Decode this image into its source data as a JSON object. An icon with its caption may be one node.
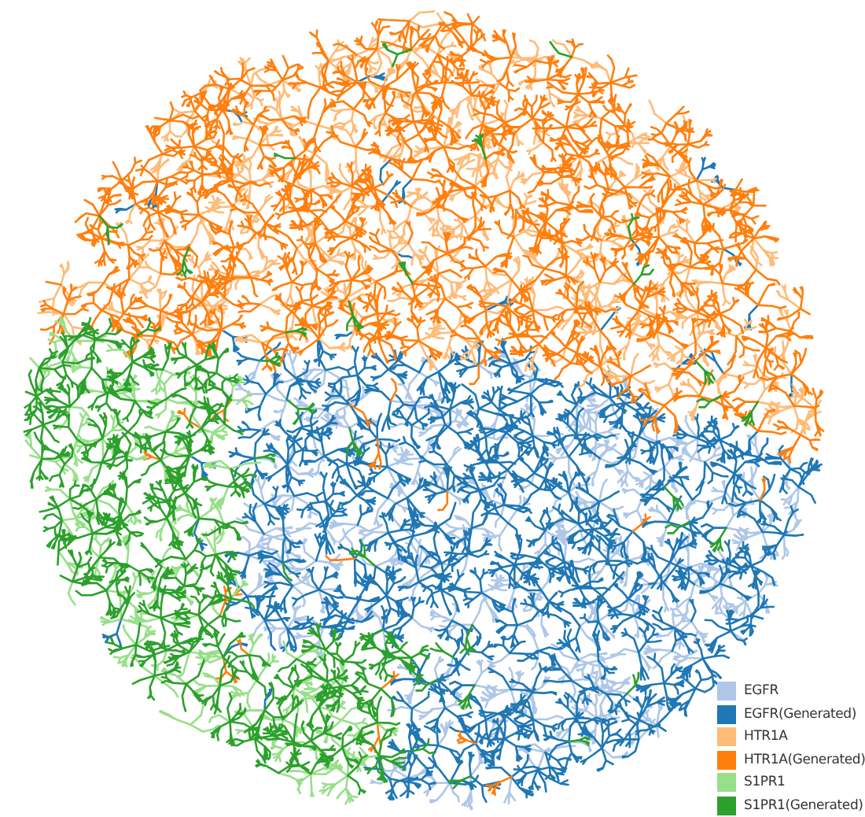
{
  "diagram": {
    "legend": [
      {
        "text": "EGFR",
        "color": "#aec7e8"
      },
      {
        "text": "EGFR(Generated)",
        "color": "#1f77b4"
      },
      {
        "text": "HTR1A",
        "color": "#ffbb78"
      },
      {
        "text": "HTR1A(Generated)",
        "color": "#ff7f0e"
      },
      {
        "text": "S1PR1",
        "color": "#98df8a"
      },
      {
        "text": "S1PR1(Generated)",
        "color": "#2ca02c"
      }
    ]
  }
}
